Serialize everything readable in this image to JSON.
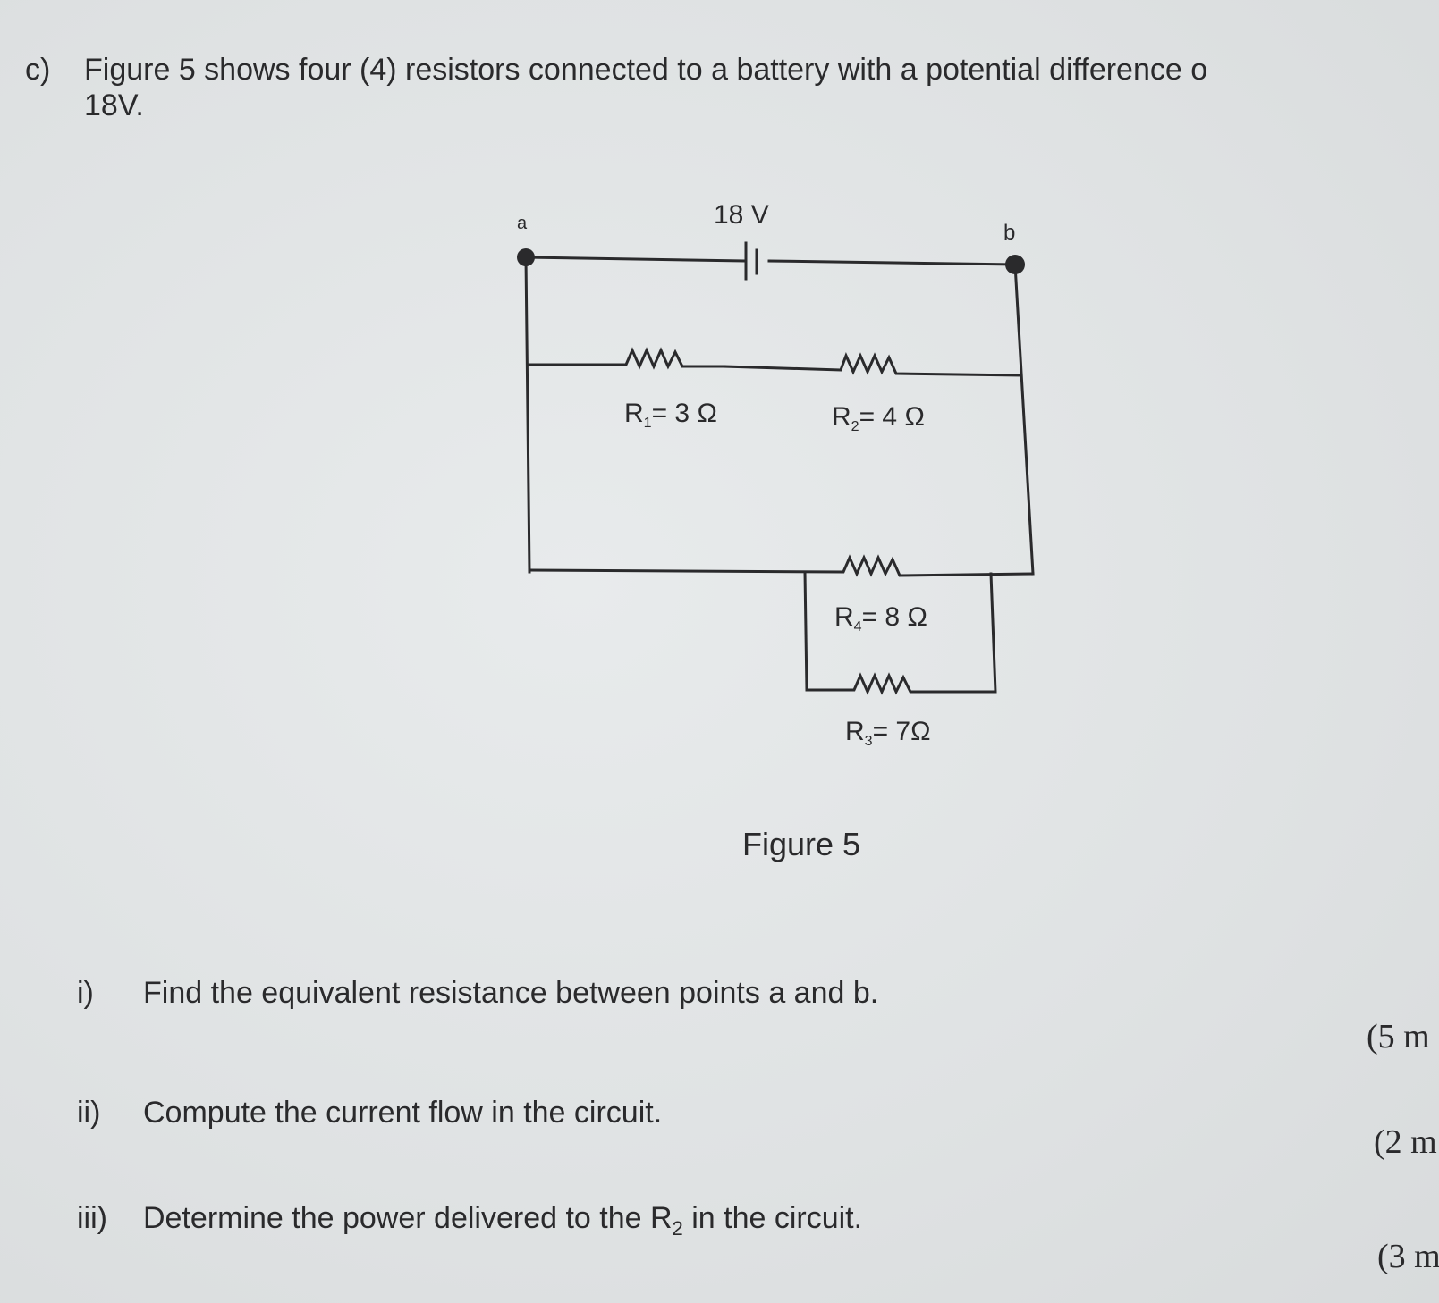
{
  "intro": {
    "marker": "c)",
    "line1": "Figure 5 shows four (4) resistors connected to a battery with a potential difference o",
    "line2": "18V."
  },
  "circuit": {
    "battery_label": "18 V",
    "node_a": "a",
    "node_b": "b",
    "r1_label": "R",
    "r1_sub": "1",
    "r1_value": "= 3 Ω",
    "r2_label": "R",
    "r2_sub": "2",
    "r2_value": "= 4 Ω",
    "r4_label": "R",
    "r4_sub": "4",
    "r4_value": "= 8 Ω",
    "r3_label": "R",
    "r3_sub": "3",
    "r3_value": "= 7Ω"
  },
  "figure_caption": "Figure 5",
  "questions": [
    {
      "num": "i)",
      "text": "Find the equivalent resistance between points a and b.",
      "marks": "(5 m"
    },
    {
      "num": "ii)",
      "text": "Compute the current flow in the circuit.",
      "marks": "(2 m"
    },
    {
      "num": "iii)",
      "text": "Determine the power delivered to the R",
      "sub": "2",
      "text_after": " in the circuit.",
      "marks": "(3 m"
    }
  ]
}
